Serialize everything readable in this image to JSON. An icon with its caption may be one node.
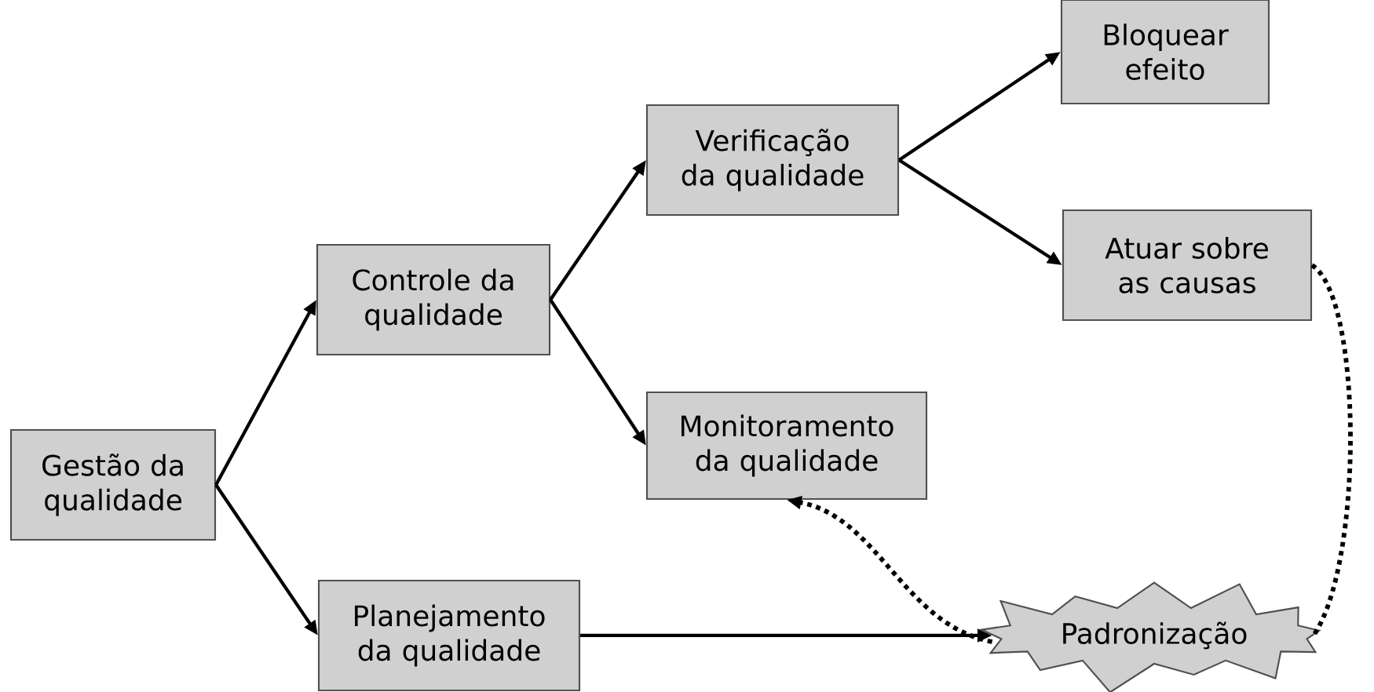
{
  "diagram": {
    "nodes": [
      {
        "text": [
          "Gestão da qualidade"
        ]
      },
      {
        "text": [
          "Controle da qualidade"
        ]
      },
      {
        "text": [
          "Planejamento da qualidade"
        ]
      },
      {
        "text": [
          "Verificação da qualidade"
        ]
      },
      {
        "text": [
          "Monitoramento da qualidade"
        ]
      },
      {
        "text": [
          "Bloquear efeito"
        ]
      },
      {
        "text": [
          "Atuar sobre as causas"
        ]
      },
      {
        "text": [
          "Padronização"
        ]
      }
    ],
    "edges": [
      {
        "from": 0,
        "to": 1,
        "arrow": "to"
      },
      {
        "from": 0,
        "to": 2,
        "arrow": "to"
      },
      {
        "from": 1,
        "to": 3,
        "arrow": "to"
      },
      {
        "from": 1,
        "to": 4,
        "arrow": "to"
      },
      {
        "from": 3,
        "to": 5,
        "arrow": "to"
      },
      {
        "from": 3,
        "to": 6,
        "arrow": "to"
      },
      {
        "from": 2,
        "to": 7,
        "arrow": "to"
      },
      {
        "from": 7,
        "to": 4,
        "arrow": "to",
        "style": "dashed"
      },
      {
        "from": 6,
        "to": 7,
        "arrow": "none",
        "style": "dashed"
      }
    ]
  }
}
